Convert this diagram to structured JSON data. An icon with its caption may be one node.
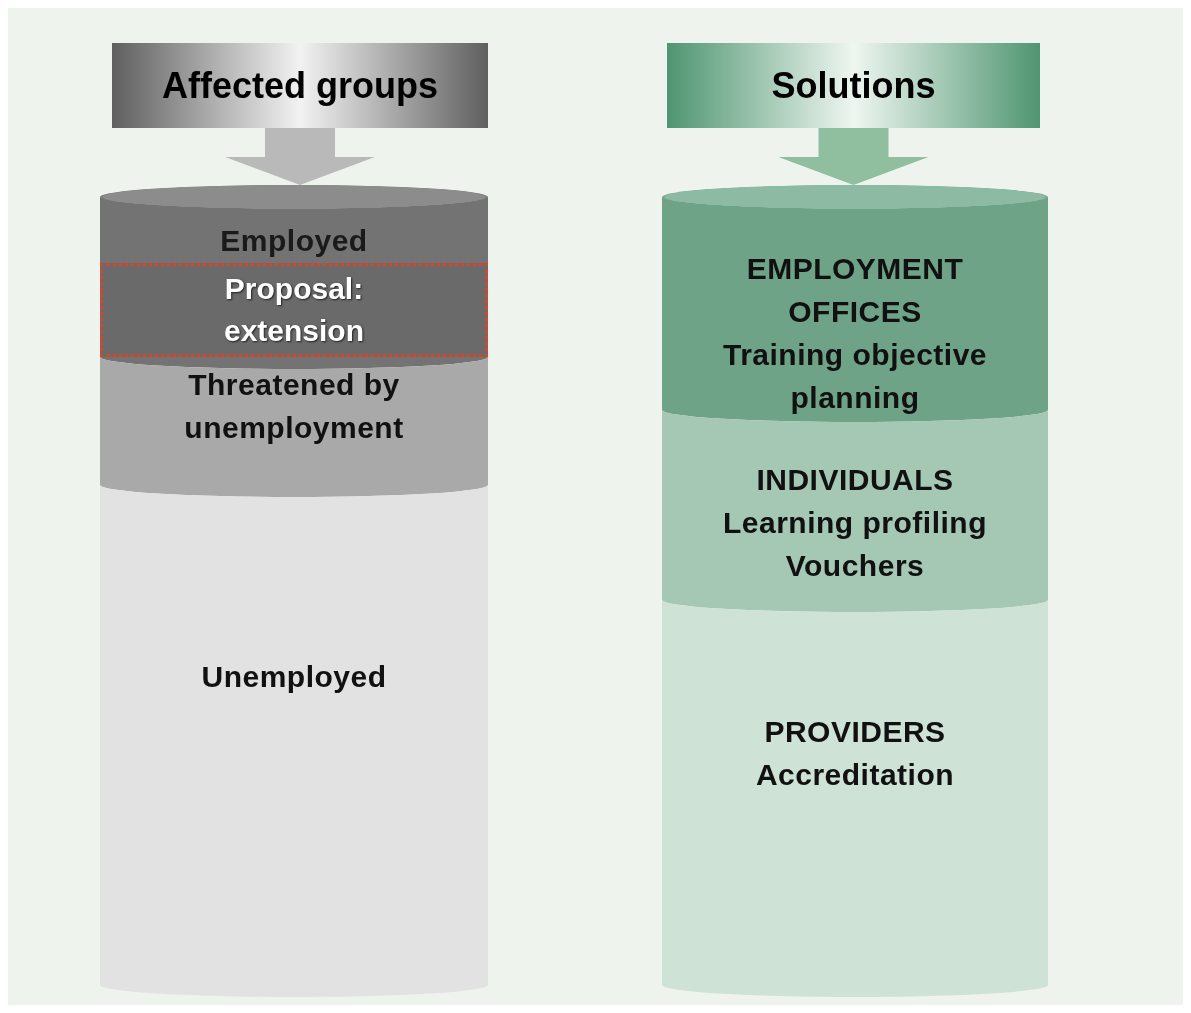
{
  "diagram": {
    "nodes": [
      {
        "text": [
          "Affected groups"
        ]
      },
      {
        "text": [
          "Employed"
        ]
      },
      {
        "text": [
          "Proposal: extension"
        ],
        "in": 1
      },
      {
        "text": [
          "Threatened by unemployment"
        ]
      },
      {
        "text": [
          "Unemployed"
        ]
      },
      {
        "text": [
          "Solutions"
        ]
      },
      {
        "text": [
          "EMPLOYMENT OFFICES",
          "Training objective planning"
        ]
      },
      {
        "text": [
          "INDIVIDUALS",
          "Learning profiling",
          "Vouchers"
        ]
      },
      {
        "text": [
          "PROVIDERS",
          "Accreditation"
        ]
      }
    ],
    "edges": [
      {
        "from": 0,
        "to": 1,
        "arrow": "to",
        "color": "#b9b9b9"
      },
      {
        "from": 5,
        "to": 6,
        "arrow": "to",
        "color": "#8fbf9f"
      }
    ]
  }
}
